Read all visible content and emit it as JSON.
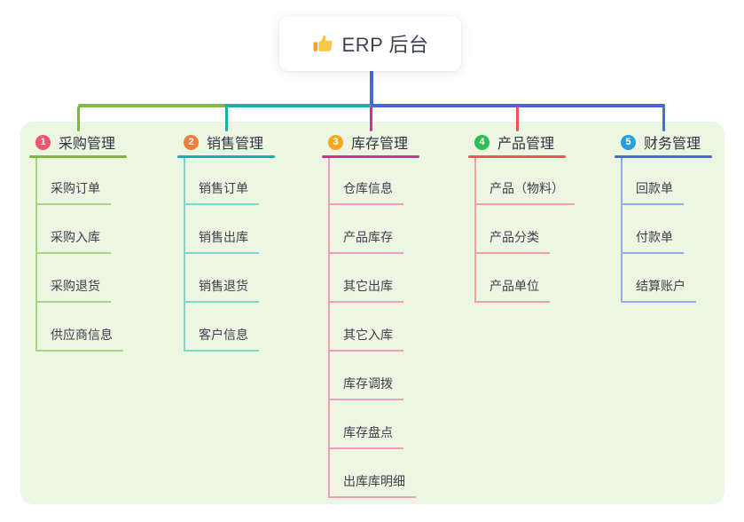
{
  "root": {
    "label": "ERP 后台",
    "icon": "thumbs-up-icon"
  },
  "colors": {
    "page_background": "#ffffff",
    "panel_background": "#ebf6e3",
    "root_connector": "#4b66d6",
    "bus_segments": [
      "#85ba4b",
      "#16b2ab",
      "#4b66d6"
    ],
    "root_text": "#3d4250",
    "branch_title_text": "#2f3540",
    "child_text": "#3c414b"
  },
  "branches": [
    {
      "number": "1",
      "title": "采购管理",
      "badge_color": "#f4536d",
      "line_color": "#7eb83f",
      "child_line_color": "#aad386",
      "children": [
        "采购订单",
        "采购入库",
        "采购退货",
        "供应商信息"
      ]
    },
    {
      "number": "2",
      "title": "销售管理",
      "badge_color": "#ef7c3c",
      "line_color": "#15b1ab",
      "child_line_color": "#83d6d0",
      "children": [
        "销售订单",
        "销售出库",
        "销售退货",
        "客户信息"
      ]
    },
    {
      "number": "3",
      "title": "库存管理",
      "badge_color": "#f6a71e",
      "line_color": "#d5308a",
      "child_line_color": "#f09cc4",
      "children": [
        "仓库信息",
        "产品库存",
        "其它出库",
        "其它入库",
        "库存调拨",
        "库存盘点",
        "出库库明细"
      ]
    },
    {
      "number": "4",
      "title": "产品管理",
      "badge_color": "#2ebf52",
      "line_color": "#f05456",
      "child_line_color": "#f5a0a0",
      "children": [
        "产品（物料）",
        "产品分类",
        "产品单位"
      ]
    },
    {
      "number": "5",
      "title": "财务管理",
      "badge_color": "#2a9ed7",
      "line_color": "#4a6ad7",
      "child_line_color": "#95aae8",
      "children": [
        "回款单",
        "付款单",
        "结算账户"
      ]
    }
  ]
}
